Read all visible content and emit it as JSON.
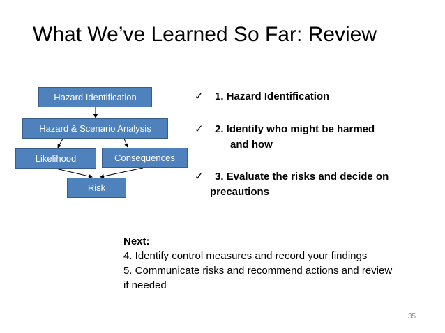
{
  "slide": {
    "title": "What We’ve Learned So Far: Review",
    "page_number": "35"
  },
  "diagram": {
    "boxes": {
      "hazard_identification": "Hazard Identification",
      "hazard_scenario_analysis": "Hazard & Scenario Analysis",
      "likelihood": "Likelihood",
      "consequences": "Consequences",
      "risk": "Risk"
    },
    "box_color": "#4f81bd",
    "box_border_color": "#385d8a"
  },
  "checklist": {
    "mark": "✓",
    "items": [
      {
        "line1": "1.   Hazard Identification"
      },
      {
        "line1": "2.  Identify who might be harmed",
        "line2": "and how"
      },
      {
        "line1": "3.   Evaluate the risks and decide on",
        "line2": "precautions"
      }
    ]
  },
  "next": {
    "heading": "Next:",
    "lines": [
      "4. Identify control measures and record your findings",
      "5. Communicate risks and recommend actions and review",
      "if needed"
    ]
  }
}
